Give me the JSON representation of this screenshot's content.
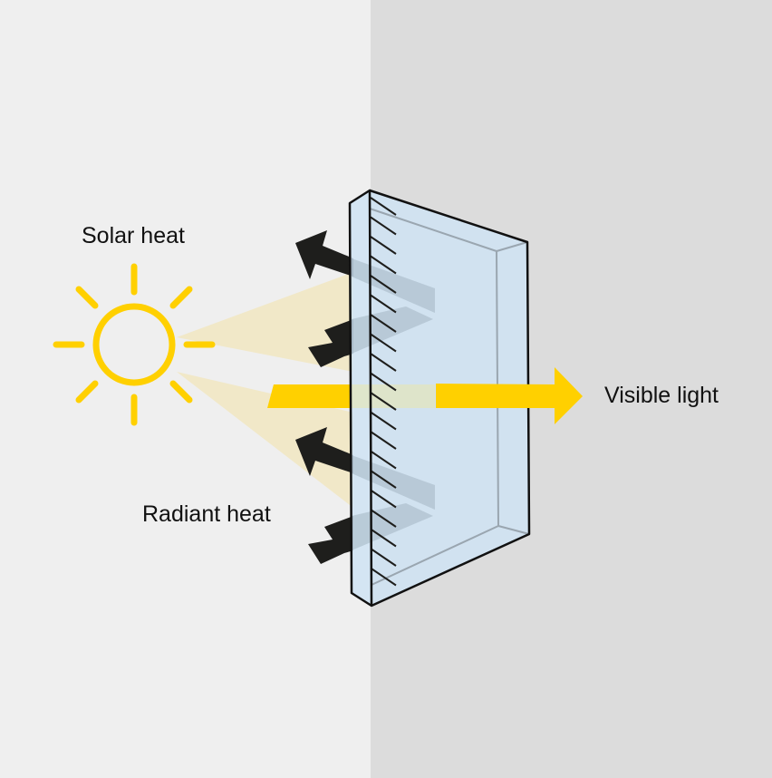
{
  "labels": {
    "solar_heat": "Solar heat",
    "radiant_heat": "Radiant heat",
    "visible_light": "Visible light"
  },
  "colors": {
    "background_left": "#efefef",
    "background_right": "#dcdcdc",
    "sun": "#ffd000",
    "beam": "#f1e8c8",
    "glass": "#cfe3f3",
    "arrow_dark": "#1e1e1c"
  }
}
